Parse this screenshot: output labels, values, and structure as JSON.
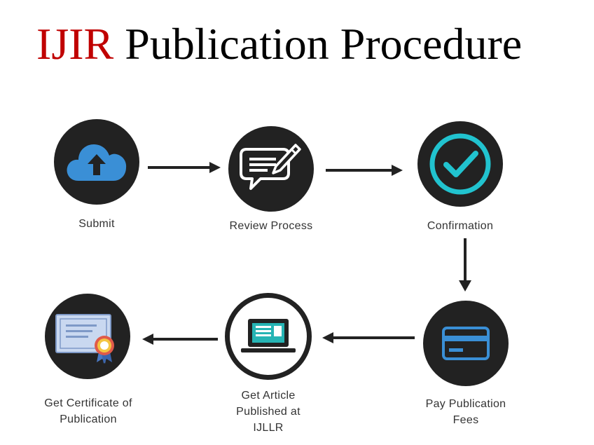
{
  "title": {
    "acronym": "IJIR",
    "rest": "Publication Procedure"
  },
  "colors": {
    "title_accent": "#c00000",
    "circle": "#222222",
    "blue": "#3a8fd6",
    "teal": "#21c3cf"
  },
  "steps": [
    {
      "label": "Submit",
      "icon": "cloud-upload-icon"
    },
    {
      "label": "Review Process",
      "icon": "chat-pencil-icon"
    },
    {
      "label": "Confirmation",
      "icon": "checkmark-icon"
    },
    {
      "label": "Pay Publication Fees",
      "icon": "credit-card-icon"
    },
    {
      "label": "Get Article Published at IJLLR",
      "icon": "laptop-icon"
    },
    {
      "label": "Get Certificate of Publication",
      "icon": "certificate-icon"
    }
  ]
}
